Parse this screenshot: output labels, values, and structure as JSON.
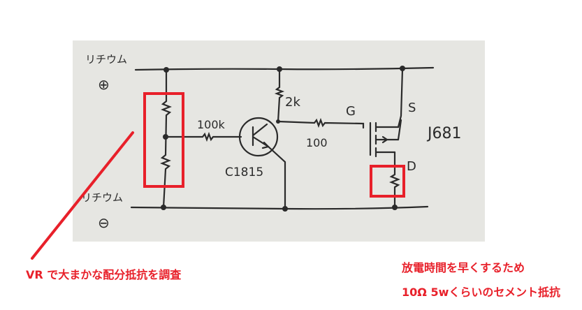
{
  "photo": {
    "labels": {
      "battery_plus": "リチウム",
      "plus_symbol": "⊕",
      "battery_minus": "リチウム",
      "minus_symbol": "⊖",
      "r_collector": "2k",
      "r_base": "100k",
      "r_gate": "100",
      "gate": "G",
      "source": "S",
      "drain": "D",
      "mosfet": "J681",
      "transistor": "C1815"
    }
  },
  "annotations": {
    "left_note": "VR で大まかな配分抵抗を調査",
    "right_note_line1": "放電時間を早くするため",
    "right_note_line2": "10Ω 5wくらいのセメント抵抗"
  },
  "colors": {
    "annotation": "#e8202a",
    "ink": "#2a2a2a",
    "paper": "#e6e6e2"
  }
}
